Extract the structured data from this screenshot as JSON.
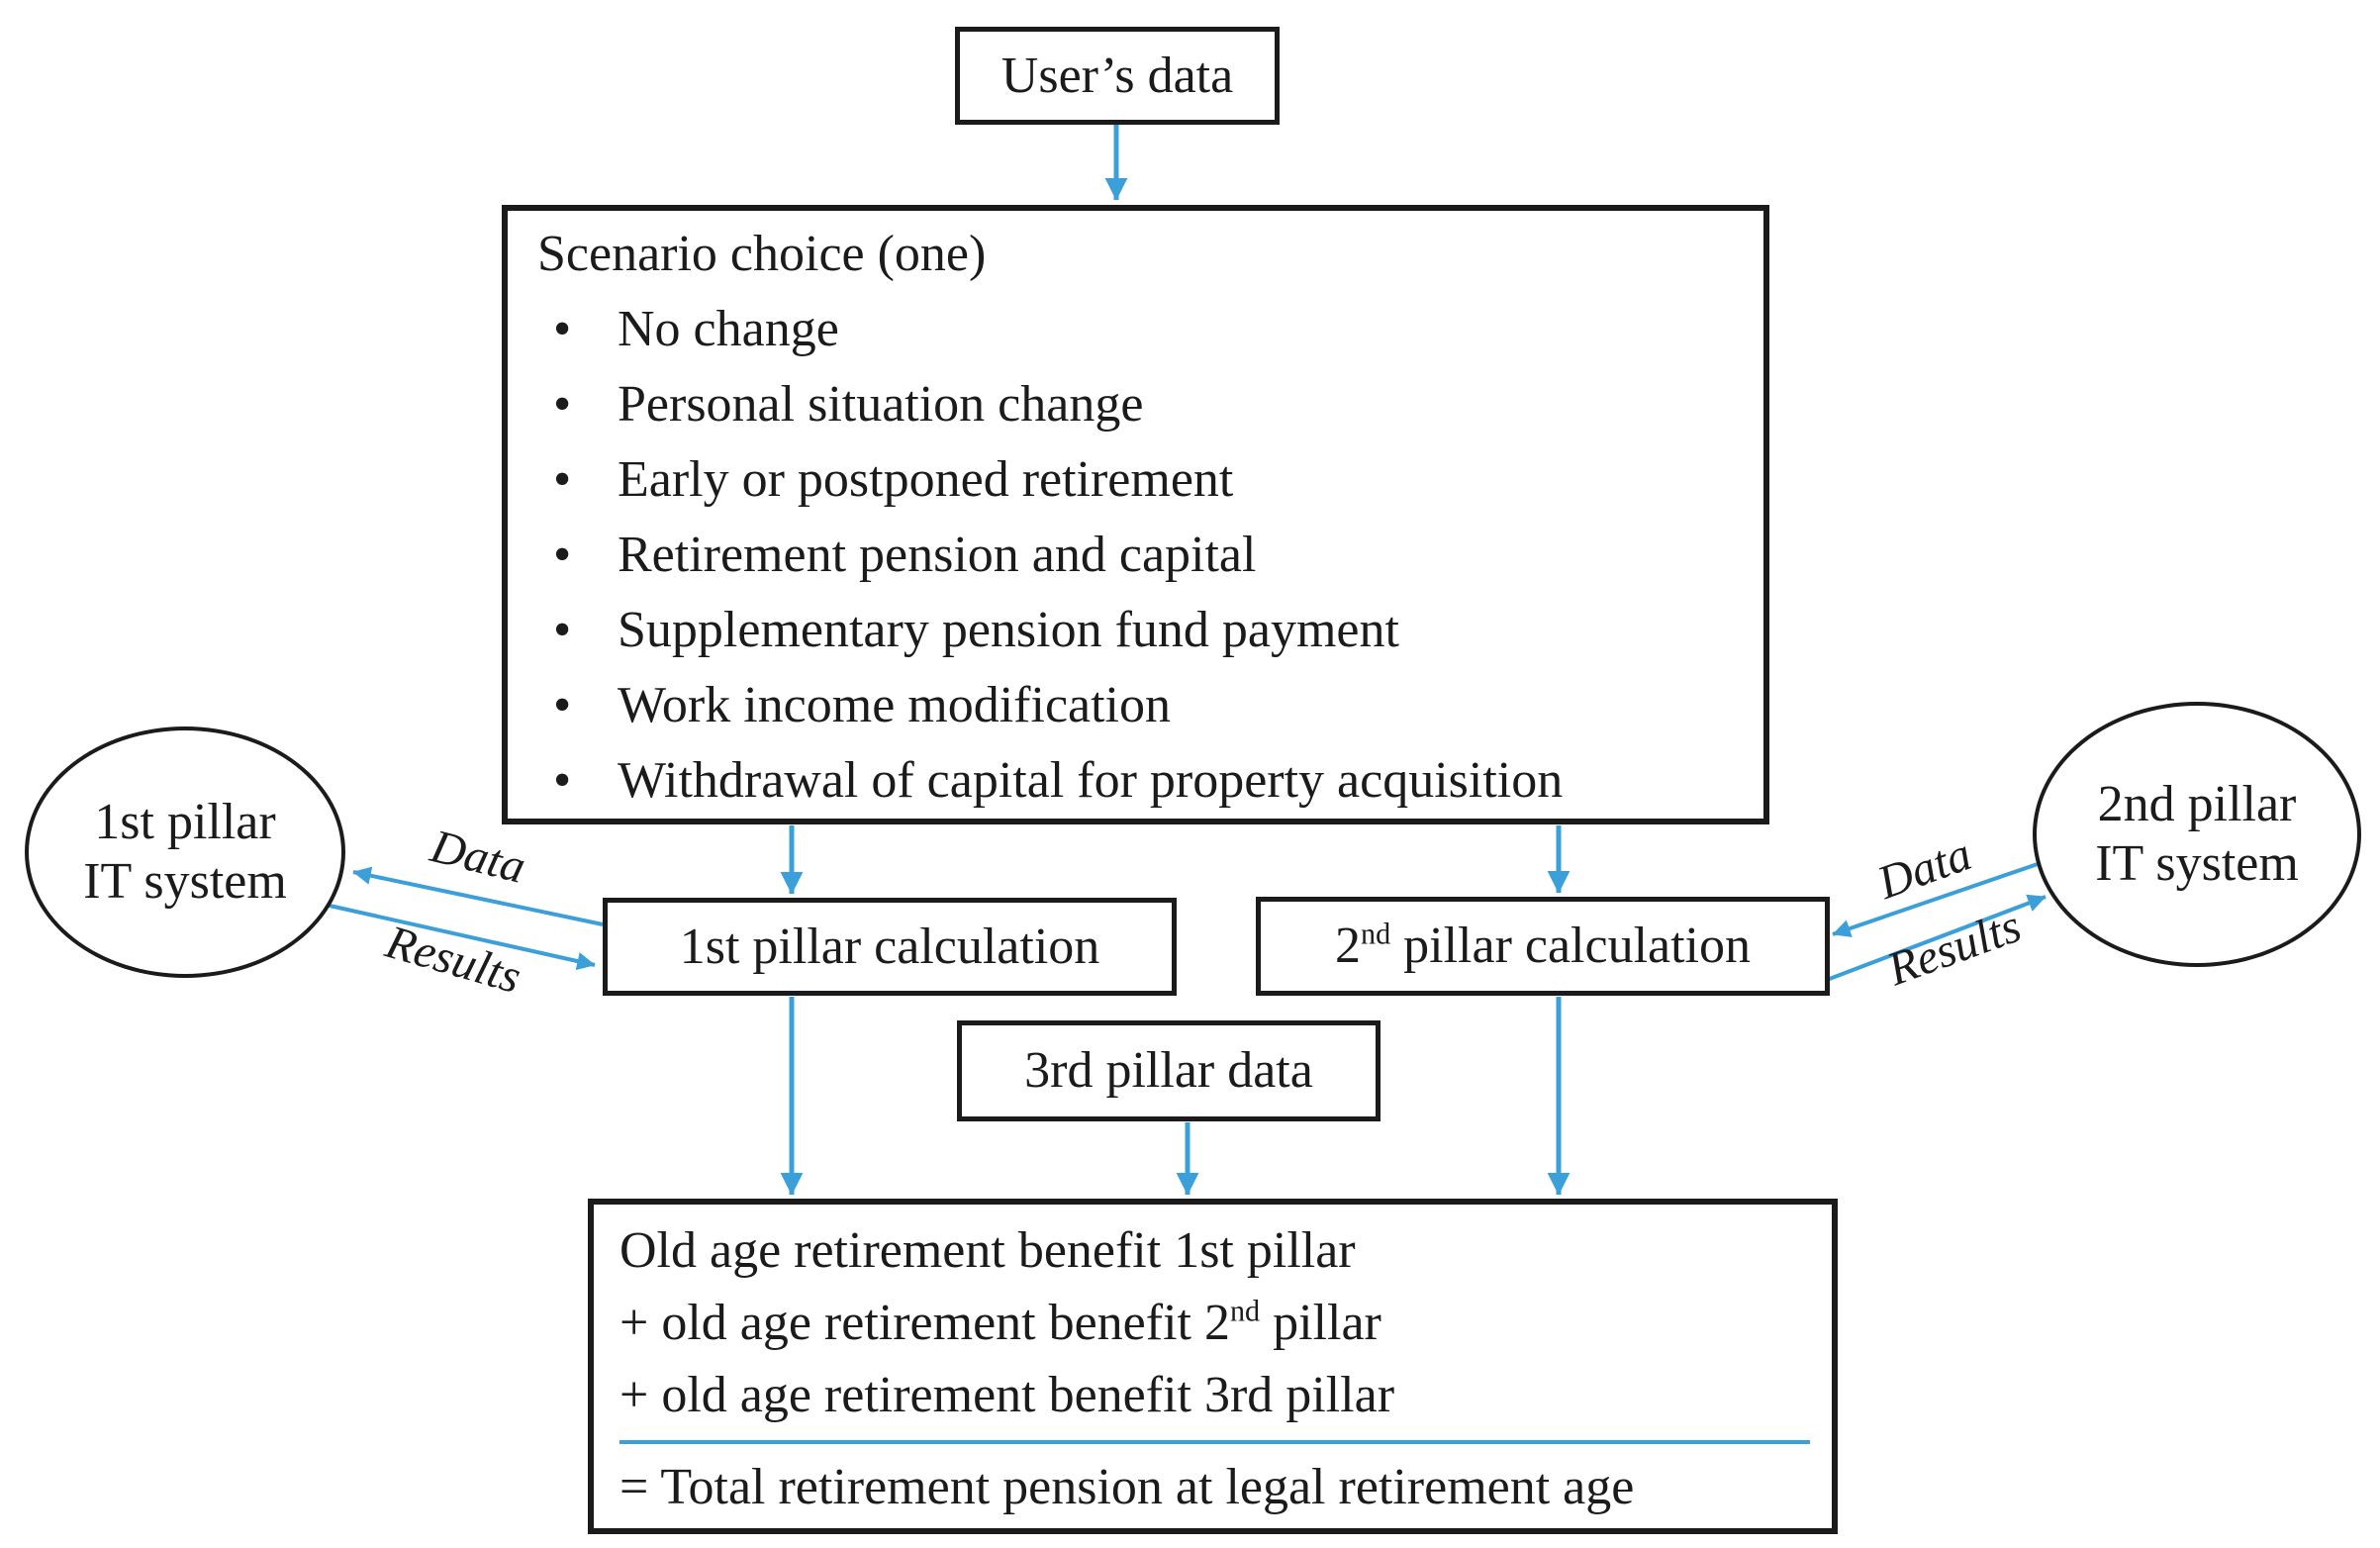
{
  "colors": {
    "arrow": "#3B9FD9",
    "border": "#1b1b1b",
    "text": "#1b1b1b"
  },
  "nodes": {
    "users_data": {
      "label": "User’s data"
    },
    "scenario": {
      "title": "Scenario choice (one)",
      "options": [
        "No change",
        "Personal situation change",
        "Early or postponed retirement",
        "Retirement pension and capital",
        "Supplementary pension fund payment",
        "Work income modification",
        "Withdrawal of capital for property acquisition"
      ]
    },
    "pillar1_it": {
      "line1": "1st pillar",
      "line2": "IT system"
    },
    "pillar2_it": {
      "line1": "2nd pillar",
      "line2": "IT system"
    },
    "calc1": {
      "label": "1st pillar calculation"
    },
    "calc2": {
      "base": "2",
      "sup": "nd",
      "rest": " pillar calculation"
    },
    "pillar3_data": {
      "label": "3rd pillar data"
    },
    "total": {
      "line1": "Old age retirement benefit 1st pillar",
      "line2_base": "+ old age retirement benefit 2",
      "line2_sup": "nd",
      "line2_rest": " pillar",
      "line3": "+ old age retirement benefit 3rd pillar",
      "line4": "= Total retirement pension at legal retirement age"
    }
  },
  "edges": [
    {
      "from": "users-data",
      "to": "scenario-choice"
    },
    {
      "from": "scenario-choice",
      "to": "calc-1st-pillar"
    },
    {
      "from": "scenario-choice",
      "to": "calc-2nd-pillar"
    },
    {
      "from": "calc-1st-pillar",
      "to": "total"
    },
    {
      "from": "calc-2nd-pillar",
      "to": "total"
    },
    {
      "from": "pillar3-data",
      "to": "total"
    },
    {
      "from": "calc-1st-pillar",
      "to": "pillar1-it",
      "label": "Data"
    },
    {
      "from": "pillar1-it",
      "to": "calc-1st-pillar",
      "label": "Results"
    },
    {
      "from": "pillar2-it",
      "to": "calc-2nd-pillar",
      "label": "Data"
    },
    {
      "from": "calc-2nd-pillar",
      "to": "pillar2-it",
      "label": "Results"
    }
  ]
}
